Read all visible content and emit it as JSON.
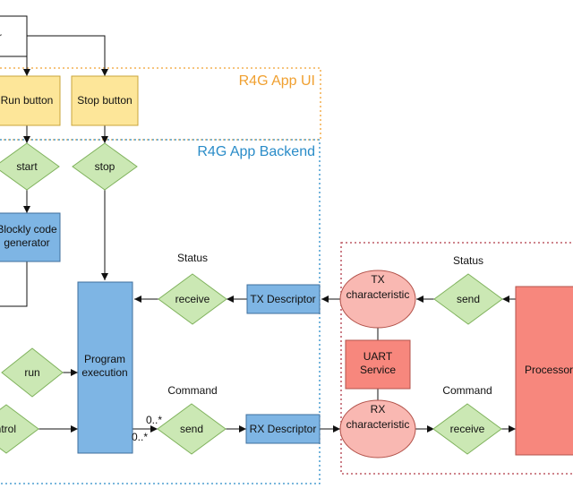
{
  "colors": {
    "ui_region": "#f0a030",
    "backend_region": "#2a8cc8",
    "device_region": "#b03a48",
    "button_fill": "#fde699",
    "button_stroke": "#c9a43a",
    "decision_fill": "#cbe8b4",
    "decision_stroke": "#7fb25c",
    "blue_fill": "#7eb5e4",
    "blue_stroke": "#3f6f9c",
    "red_fill": "#f7877d",
    "red_stroke": "#b3534b",
    "ellipse_fill": "#f9b8b2"
  },
  "regions": {
    "ui_title": "R4G App UI",
    "backend_title": "R4G App Backend"
  },
  "nodes": {
    "top_box": "r",
    "run_button": "Run button",
    "stop_button": "Stop button",
    "start": "start",
    "stop": "stop",
    "blockly_line1": "Blockly code",
    "blockly_line2": "generator",
    "program_line1": "Program",
    "program_line2": "execution",
    "run": "run",
    "control": "ontrol",
    "receive_left": "receive",
    "send_left": "send",
    "tx_descriptor": "TX Descriptor",
    "rx_descriptor": "RX Descriptor",
    "tx_char_line1": "TX",
    "tx_char_line2": "characteristic",
    "rx_char_line1": "RX",
    "rx_char_line2": "characteristic",
    "uart_line1": "UART",
    "uart_line2": "Service",
    "send_right": "send",
    "receive_right": "receive",
    "processor": "Processor"
  },
  "labels": {
    "status_left": "Status",
    "status_right": "Status",
    "command_left": "Command",
    "command_right": "Command",
    "mult_top": "0..*",
    "mult_bottom": "0..*"
  }
}
